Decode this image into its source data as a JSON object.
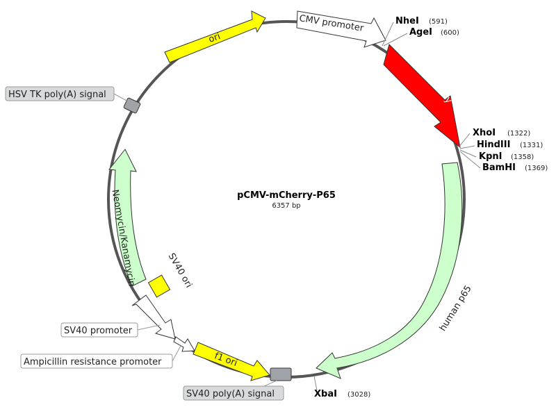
{
  "plasmid": {
    "name": "pCMV-mCherry-P65",
    "size": "6357 bp"
  },
  "features": [
    {
      "id": "ori",
      "label": "ori",
      "color": "#ffff00"
    },
    {
      "id": "cmv-promoter",
      "label": "CMV promoter",
      "color": "#ffffff"
    },
    {
      "id": "mcherry",
      "label": "mCherry",
      "color": "#ff0000"
    },
    {
      "id": "human-p65",
      "label": "human p65",
      "color": "#ccffcc"
    },
    {
      "id": "sv40-polya",
      "label": "SV40 poly(A) signal",
      "color": "#a0a4a8"
    },
    {
      "id": "f1-ori",
      "label": "f1 ori",
      "color": "#ffff00"
    },
    {
      "id": "amp-promoter",
      "label": "Ampicillin resistance promoter",
      "color": "#ffffff"
    },
    {
      "id": "sv40-promoter",
      "label": "SV40 promoter",
      "color": "#ffffff"
    },
    {
      "id": "sv40-ori",
      "label": "SV40 ori",
      "color": "#ffff00"
    },
    {
      "id": "neo-kan",
      "label": "Neomycin/Kanamycin",
      "color": "#ccffcc"
    },
    {
      "id": "hsv-tk-polya",
      "label": "HSV TK poly(A) signal",
      "color": "#a0a4a8"
    }
  ],
  "sites": [
    {
      "name": "NheI",
      "pos": "(591)"
    },
    {
      "name": "AgeI",
      "pos": "(600)"
    },
    {
      "name": "XhoI",
      "pos": "(1322)"
    },
    {
      "name": "HindIII",
      "pos": "(1331)"
    },
    {
      "name": "KpnI",
      "pos": "(1358)"
    },
    {
      "name": "BamHI",
      "pos": "(1369)"
    },
    {
      "name": "XbaI",
      "pos": "(3028)"
    }
  ]
}
